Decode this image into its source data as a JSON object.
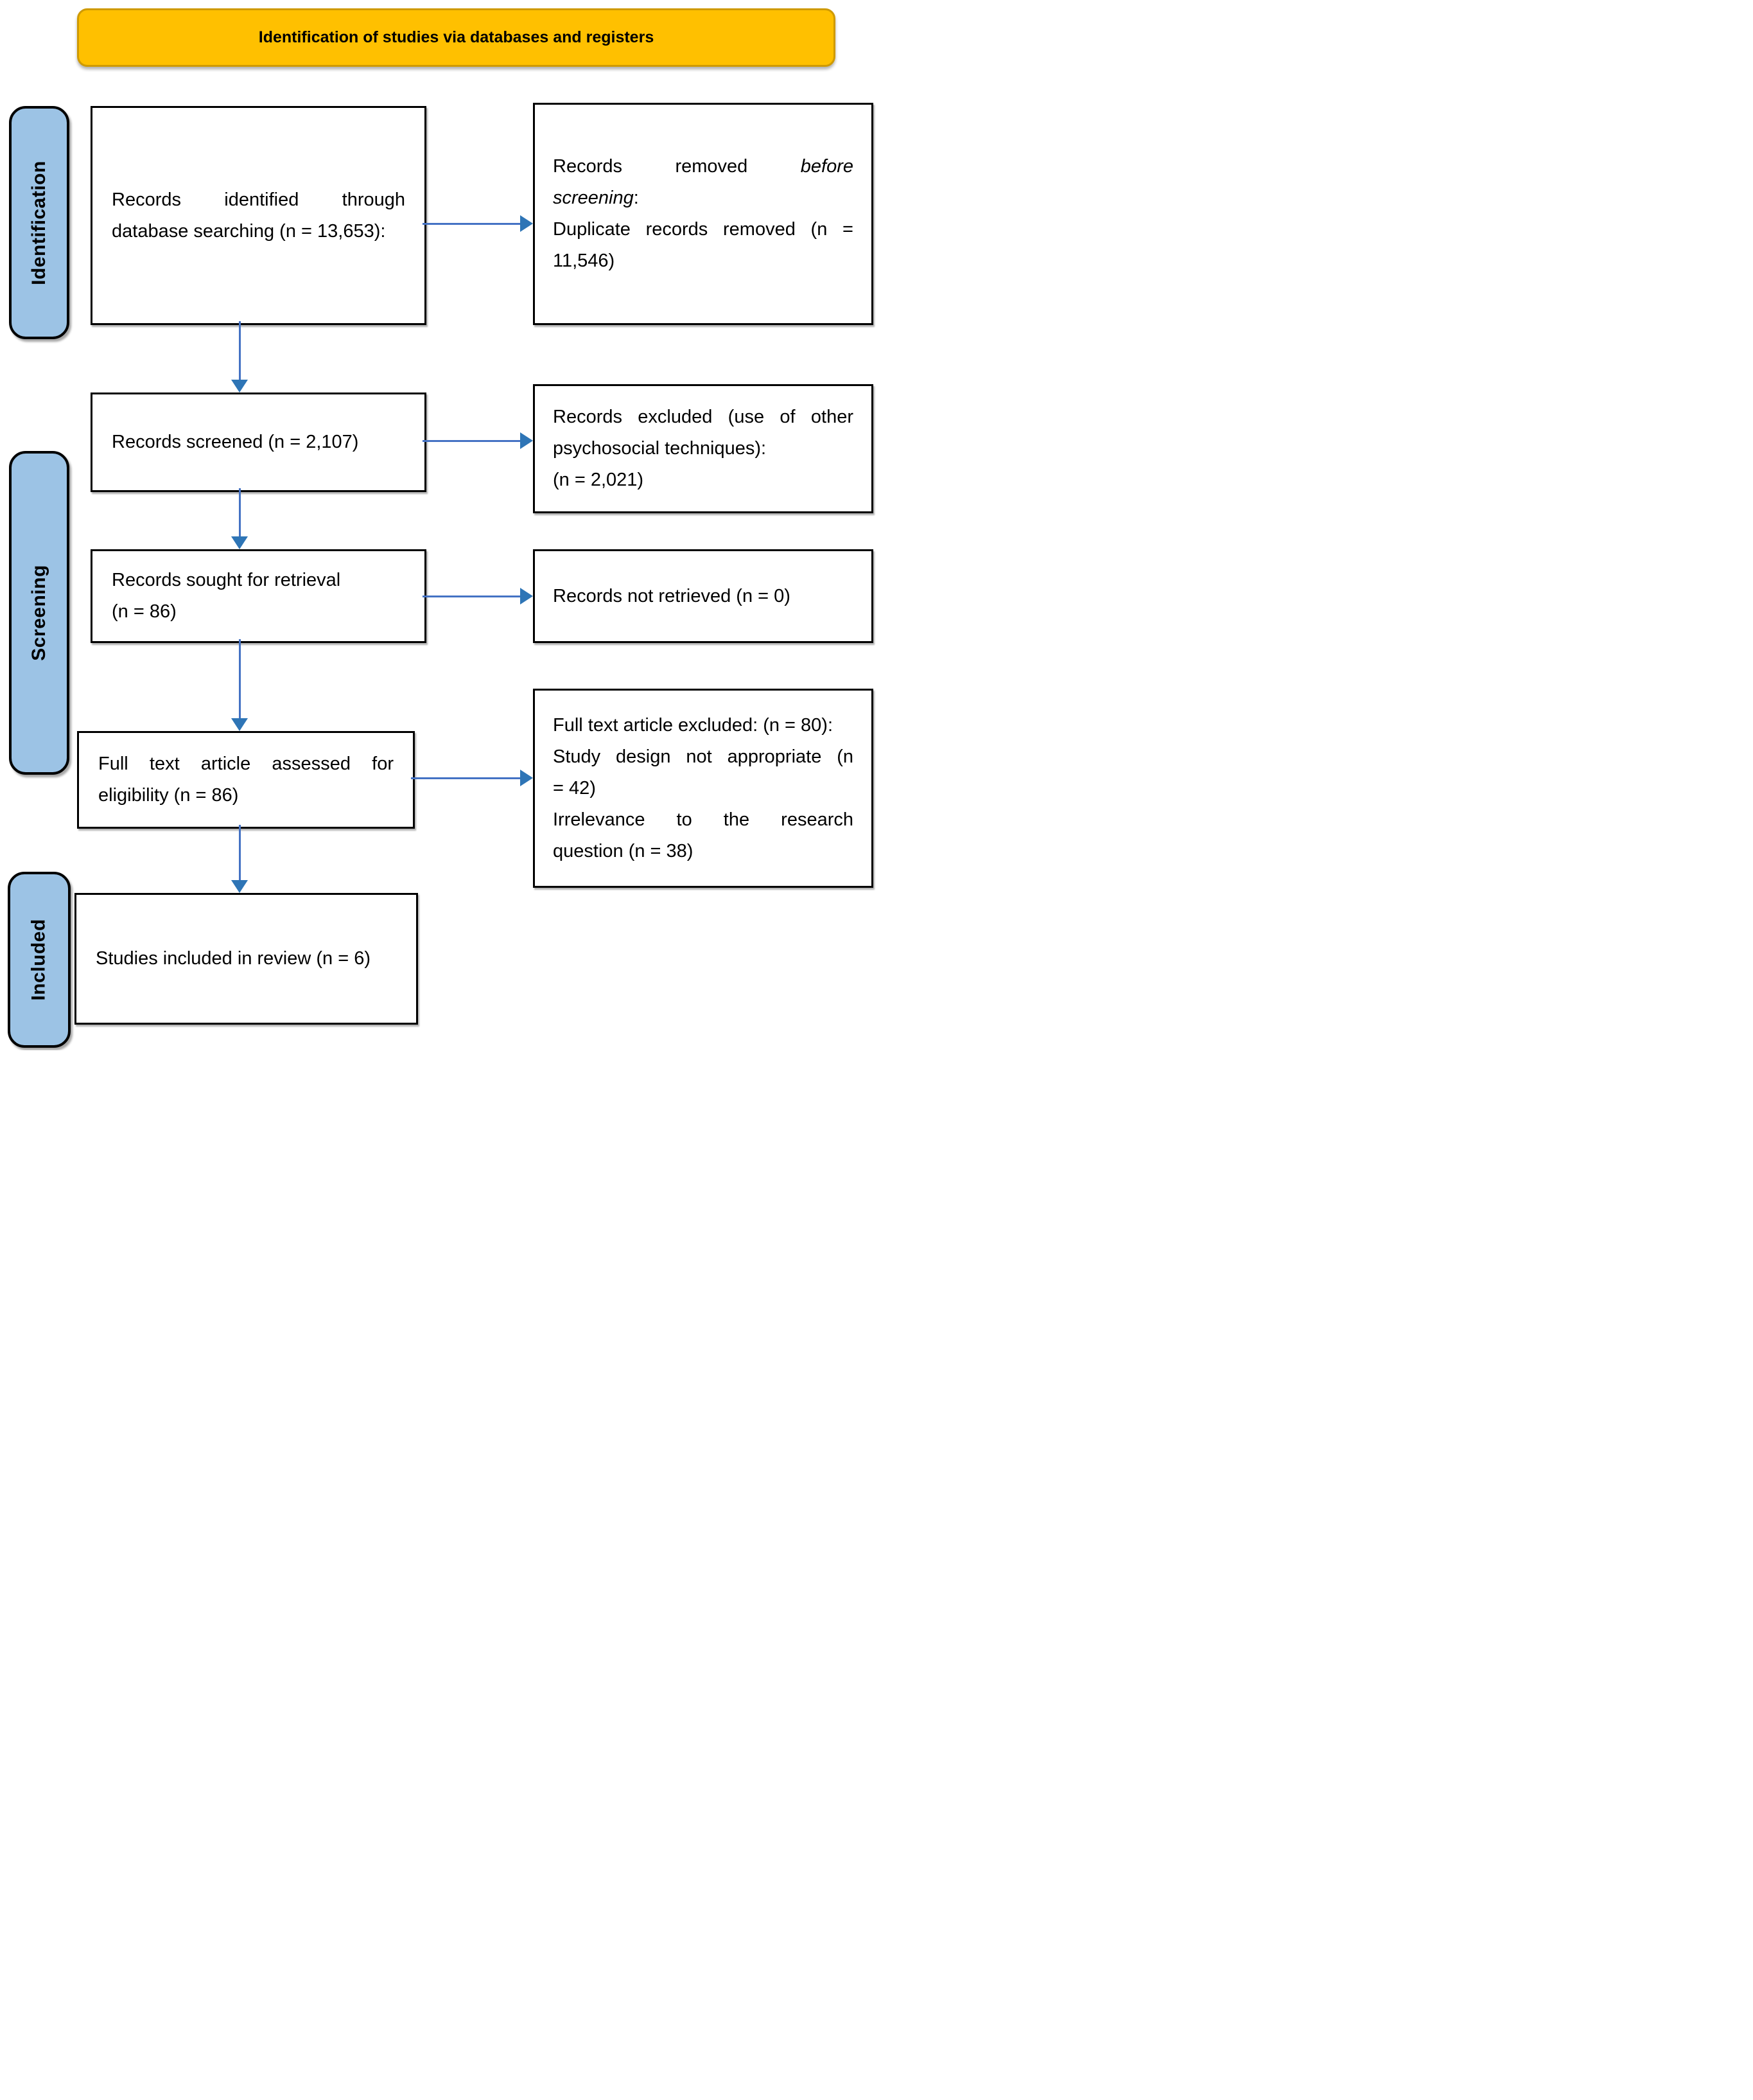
{
  "banner": {
    "title": "Identification of studies via databases and registers"
  },
  "side_labels": {
    "identification": "Identification",
    "screening": "Screening",
    "included": "Included"
  },
  "boxes": {
    "identified": {
      "line1": "Records identified through",
      "line2": "database searching (n = 13,653):"
    },
    "removed": {
      "line1_normal": "Records removed",
      "line1_italic": "before",
      "line2_italic": "screening",
      "line2_normal": ":",
      "line3": "Duplicate records removed (n =",
      "line4": "11,546)"
    },
    "screened": {
      "line1": "Records screened (n = 2,107)"
    },
    "excluded": {
      "line1": "Records excluded (use of other",
      "line2": "psychosocial techniques):",
      "line3": "(n = 2,021)"
    },
    "sought": {
      "line1": "Records sought for retrieval",
      "line2": "(n = 86)"
    },
    "not_retrieved": {
      "line1": "Records not retrieved (n = 0)"
    },
    "assessed": {
      "line1": "Full text article assessed for",
      "line2": "eligibility (n = 86)"
    },
    "ft_excluded": {
      "line1": "Full text article excluded: (n = 80):",
      "line2": "Study design not appropriate (n",
      "line3": "= 42)",
      "line4": "Irrelevance to the research",
      "line5": "question (n = 38)"
    },
    "included_box": {
      "line1": "Studies included in review (n = 6)"
    }
  },
  "colors": {
    "banner_bg": "#FFC000",
    "label_bg": "#9CC3E5",
    "arrow_line": "#4472C4",
    "arrow_head": "#2E75B6"
  }
}
